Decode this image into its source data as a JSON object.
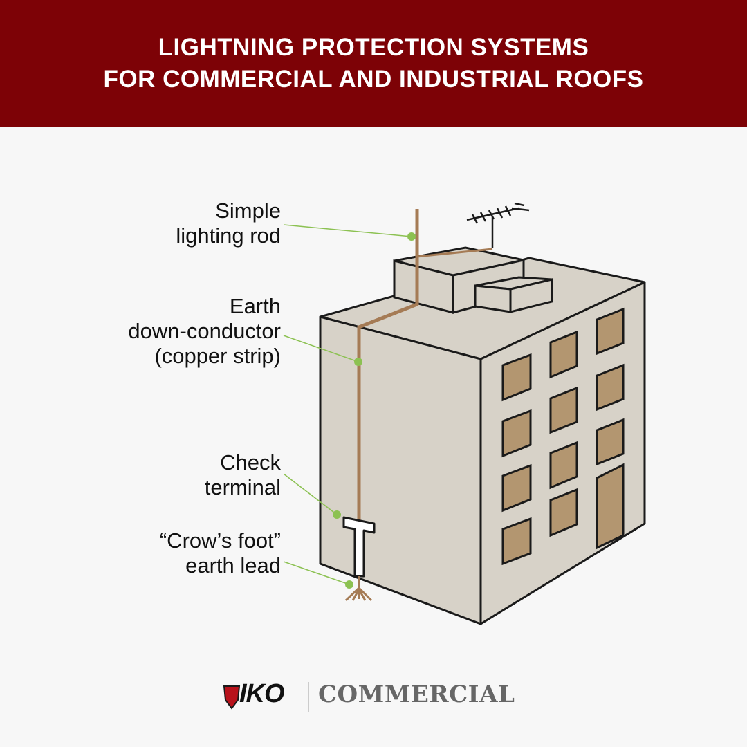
{
  "header": {
    "title_line1": "LIGHTNING PROTECTION SYSTEMS",
    "title_line2": "FOR COMMERCIAL AND INDUSTRIAL ROOFS"
  },
  "labels": {
    "rod": {
      "line1": "Simple",
      "line2": "lighting rod"
    },
    "conductor": {
      "line1": "Earth",
      "line2": "down-conductor",
      "line3": "(copper strip)"
    },
    "terminal": {
      "line1": "Check",
      "line2": "terminal"
    },
    "earth_lead": {
      "line1": "“Crow’s foot”",
      "line2": "earth lead"
    }
  },
  "footer": {
    "logo": "IKO",
    "brand": "COMMERCIAL"
  },
  "colors": {
    "header_bg": "#7d0206",
    "building_wall": "#d7d2c8",
    "window": "#b39670",
    "conductor": "#a57b55",
    "leader_dot": "#8cc152",
    "outline": "#1a1a1a"
  }
}
